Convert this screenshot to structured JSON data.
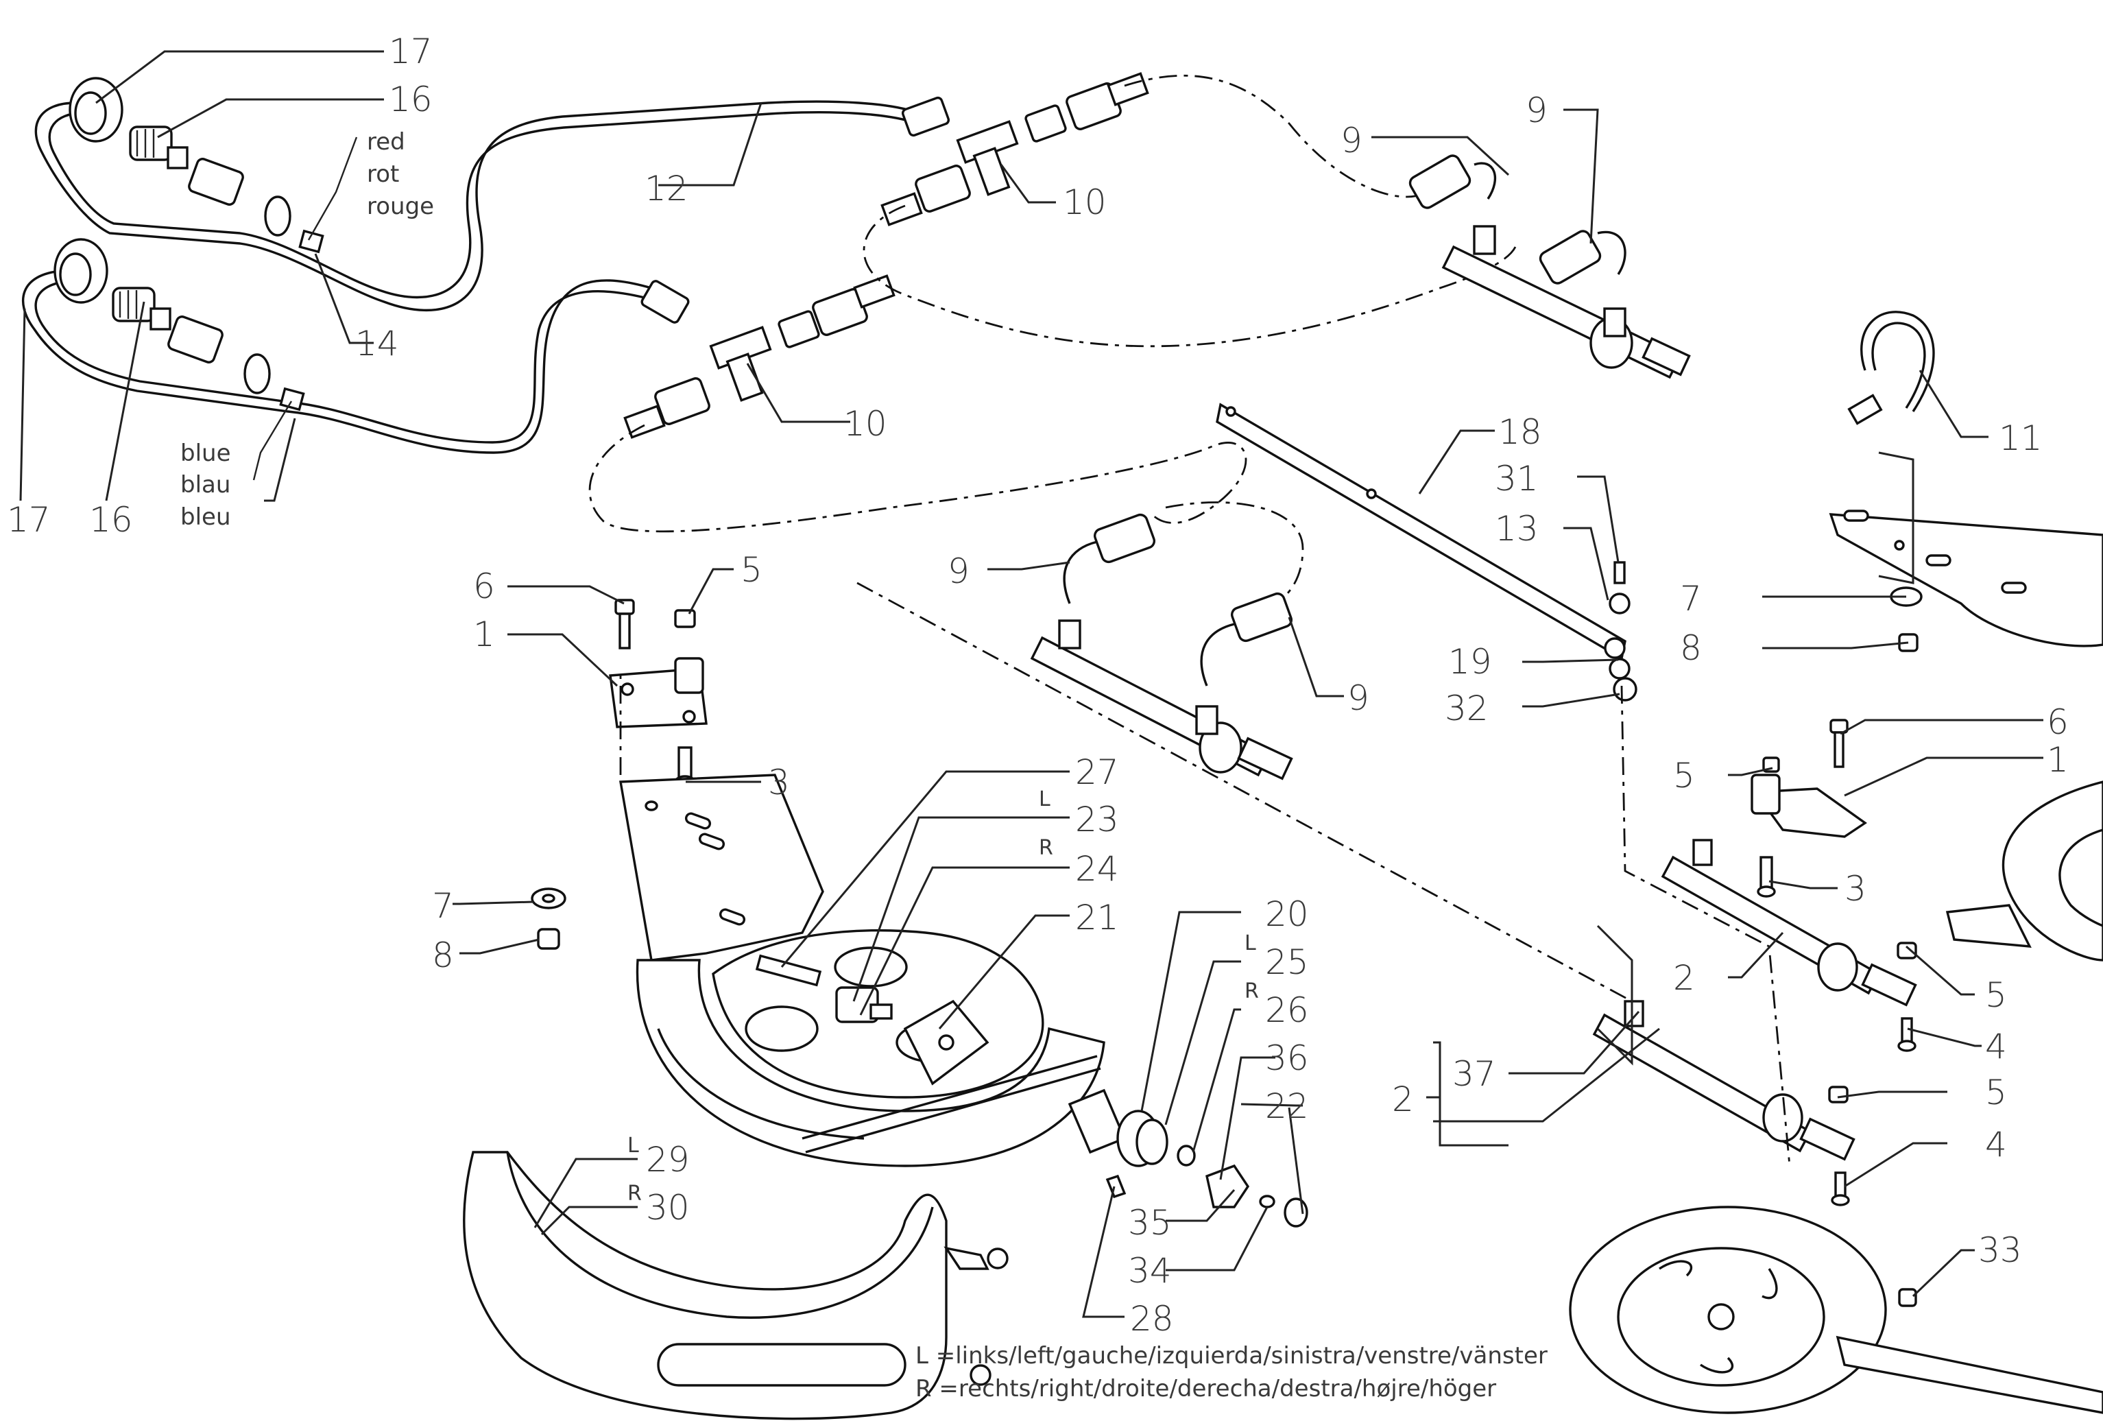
{
  "diagram": {
    "title": "",
    "callouts": [
      {
        "id": "c17a",
        "text": "17"
      },
      {
        "id": "c16a",
        "text": "16"
      },
      {
        "id": "c12",
        "text": "12"
      },
      {
        "id": "c10a",
        "text": "10"
      },
      {
        "id": "c9a",
        "text": "9"
      },
      {
        "id": "c9b",
        "text": "9"
      },
      {
        "id": "c14",
        "text": "14"
      },
      {
        "id": "c17b",
        "text": "17"
      },
      {
        "id": "c16b",
        "text": "16"
      },
      {
        "id": "c10b",
        "text": "10"
      },
      {
        "id": "c11",
        "text": "11"
      },
      {
        "id": "c18",
        "text": "18"
      },
      {
        "id": "c31",
        "text": "31"
      },
      {
        "id": "c13",
        "text": "13"
      },
      {
        "id": "c9c",
        "text": "9"
      },
      {
        "id": "c9d",
        "text": "9"
      },
      {
        "id": "c6a",
        "text": "6"
      },
      {
        "id": "c5a",
        "text": "5"
      },
      {
        "id": "c1a",
        "text": "1"
      },
      {
        "id": "c7a",
        "text": "7"
      },
      {
        "id": "c8a",
        "text": "8"
      },
      {
        "id": "c19",
        "text": "19"
      },
      {
        "id": "c32",
        "text": "32"
      },
      {
        "id": "c6b",
        "text": "6"
      },
      {
        "id": "c5b",
        "text": "5"
      },
      {
        "id": "c1b",
        "text": "1"
      },
      {
        "id": "c3a",
        "text": "3"
      },
      {
        "id": "c27",
        "text": "27"
      },
      {
        "id": "c23",
        "text": "23"
      },
      {
        "id": "c24",
        "text": "24"
      },
      {
        "id": "c21",
        "text": "21"
      },
      {
        "id": "c20",
        "text": "20"
      },
      {
        "id": "c25",
        "text": "25"
      },
      {
        "id": "c26",
        "text": "26"
      },
      {
        "id": "c36",
        "text": "36"
      },
      {
        "id": "c22",
        "text": "22"
      },
      {
        "id": "c7b",
        "text": "7"
      },
      {
        "id": "c8b",
        "text": "8"
      },
      {
        "id": "c3b",
        "text": "3"
      },
      {
        "id": "c2a",
        "text": "2"
      },
      {
        "id": "c5c",
        "text": "5"
      },
      {
        "id": "c4a",
        "text": "4"
      },
      {
        "id": "c37",
        "text": "37"
      },
      {
        "id": "c2b",
        "text": "2"
      },
      {
        "id": "c5d",
        "text": "5"
      },
      {
        "id": "c4b",
        "text": "4"
      },
      {
        "id": "c29",
        "text": "29"
      },
      {
        "id": "c30",
        "text": "30"
      },
      {
        "id": "c35",
        "text": "35"
      },
      {
        "id": "c34",
        "text": "34"
      },
      {
        "id": "c28",
        "text": "28"
      },
      {
        "id": "c33",
        "text": "33"
      }
    ],
    "side_markers": {
      "L1": "L",
      "R1": "R",
      "L2": "L",
      "R2": "R",
      "L3": "L",
      "R3": "R"
    },
    "wire_labels": {
      "red_1": "red",
      "red_2": "rot",
      "red_3": "rouge",
      "blue_1": "blue",
      "blue_2": "blau",
      "blue_3": "bleu"
    },
    "legend": {
      "left": "L  =links/left/gauche/izquierda/sinistra/venstre/vänster",
      "right": "R  =rechts/right/droite/derecha/destra/højre/höger"
    }
  }
}
